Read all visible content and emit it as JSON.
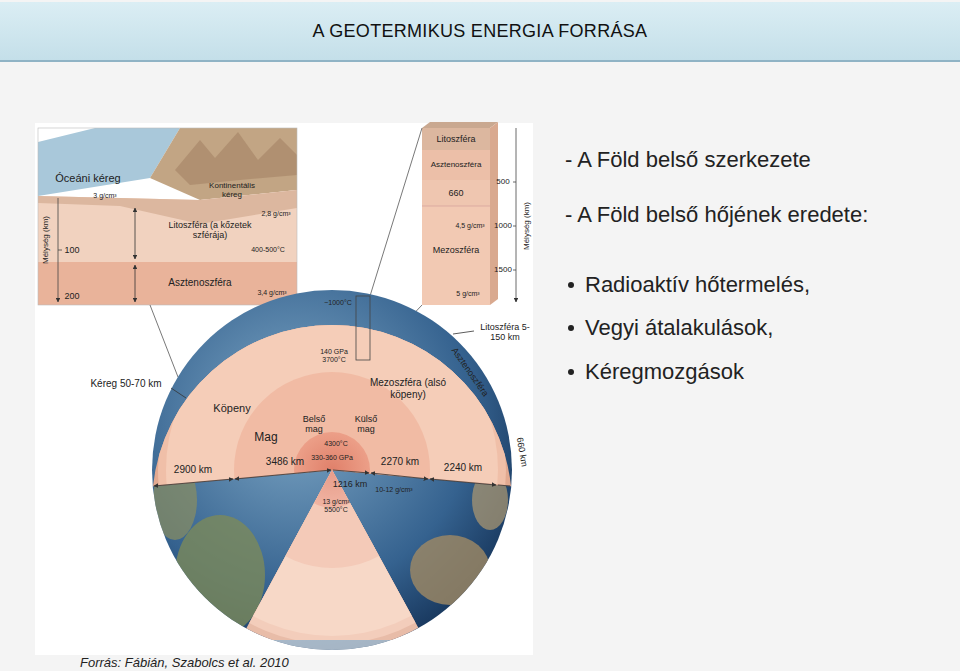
{
  "diagram": {
    "title": "A GEOTERMIKUS ENERGIA FORRÁSA",
    "caption": "Forrás: Fábián, Szabolcs et al. 2010",
    "labels": [
      "- A Föld belső szerkezete",
      "- A Föld belső hőjének eredete:",
      "Radioaktív hőtermelés,",
      "Vegyi átalakulások,",
      "Kéregmozgások",
      "Óceáni kéreg",
      "3 g/cm³",
      "Kontinentális kéreg",
      "2,8 g/cm³",
      "Mélység (km)",
      "100",
      "200",
      "Litoszféra (a kőzetek szférája)",
      "400-500°C",
      "Asztenoszféra",
      "3,4 g/cm³",
      "Litoszféra",
      "Asztenoszféra",
      "660",
      "500",
      "4,5 g/cm³",
      "1000",
      "Mélység (km)",
      "Mezoszféra",
      "1500",
      "5 g/cm³",
      "~1000°C",
      "Litoszféra 5-150 km",
      "140 GPa 3700°C",
      "Kéreg 50-70 km",
      "Asztenoszféra",
      "Mezoszféra (alsó köpeny)",
      "Köpeny",
      "Mag",
      "Belső mag",
      "Külső mag",
      "4300°C",
      "2900 km",
      "3486 km",
      "330-360 GPa",
      "1216 km",
      "2270 km",
      "2240 km",
      "660 km",
      "13 g/cm³ 5500°C",
      "10-12 g/cm³"
    ]
  }
}
